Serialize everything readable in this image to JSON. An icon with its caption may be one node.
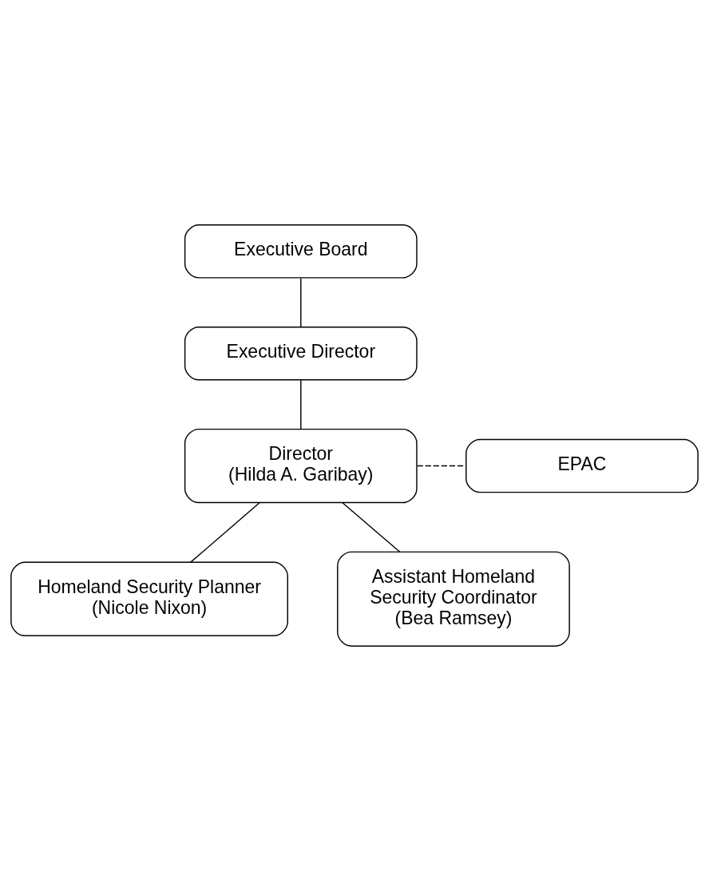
{
  "diagram": {
    "nodes": [
      {
        "text": [
          "Executive Board"
        ]
      },
      {
        "text": [
          "Executive Director"
        ]
      },
      {
        "text": [
          "EPAC"
        ]
      },
      {
        "text": [
          "Director",
          "(Hilda A. Garibay)"
        ]
      },
      {
        "text": [
          "Homeland Security Planner",
          "(Nicole Nixon)"
        ]
      },
      {
        "text": [
          "Assistant Homeland Security Coordinator",
          "(Bea Ramsey)"
        ]
      }
    ],
    "edges": [
      {
        "from": 0,
        "to": 1,
        "arrow": "none"
      },
      {
        "from": 1,
        "to": 3,
        "arrow": "none"
      },
      {
        "from": 3,
        "to": 2,
        "arrow": "none",
        "style": "dashed"
      },
      {
        "from": 3,
        "to": 4,
        "arrow": "none"
      },
      {
        "from": 3,
        "to": 5,
        "arrow": "none"
      }
    ]
  }
}
